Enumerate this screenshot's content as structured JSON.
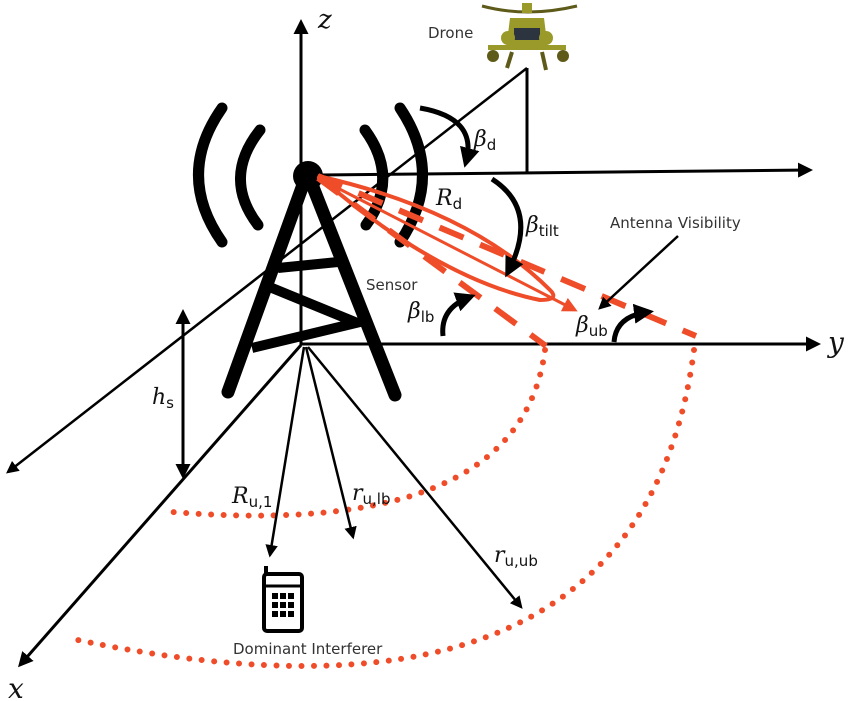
{
  "colors": {
    "ink": "#000000",
    "beam": "#ef4d2a",
    "drone_body": "#9a9a2a",
    "drone_dark": "#5e5a1a",
    "drone_window": "#2c3440",
    "text": "#333333"
  },
  "axes": {
    "z": "z",
    "y": "y",
    "x": "x"
  },
  "labels": {
    "drone": "Drone",
    "sensor": "Sensor",
    "antenna_visibility": "Antenna Visibility",
    "dominant_interferer": "Dominant Interferer"
  },
  "symbols": {
    "beta_d": {
      "base": "β",
      "sub": "d"
    },
    "R_d": {
      "base": "R",
      "sub": "d"
    },
    "beta_tilt": {
      "base": "β",
      "sub": "tilt"
    },
    "beta_lb": {
      "base": "β",
      "sub": "lb"
    },
    "beta_ub": {
      "base": "β",
      "sub": "ub"
    },
    "h_s": {
      "base": "h",
      "sub": "s"
    },
    "R_u1": {
      "base": "R",
      "sub": "u,1"
    },
    "r_ulb": {
      "base": "r",
      "sub": "u,lb"
    },
    "r_uub": {
      "base": "r",
      "sub": "u,ub"
    }
  },
  "icons": {
    "drone": "helicopter-icon",
    "phone": "mobile-phone-icon",
    "tower": "cell-tower-icon"
  }
}
